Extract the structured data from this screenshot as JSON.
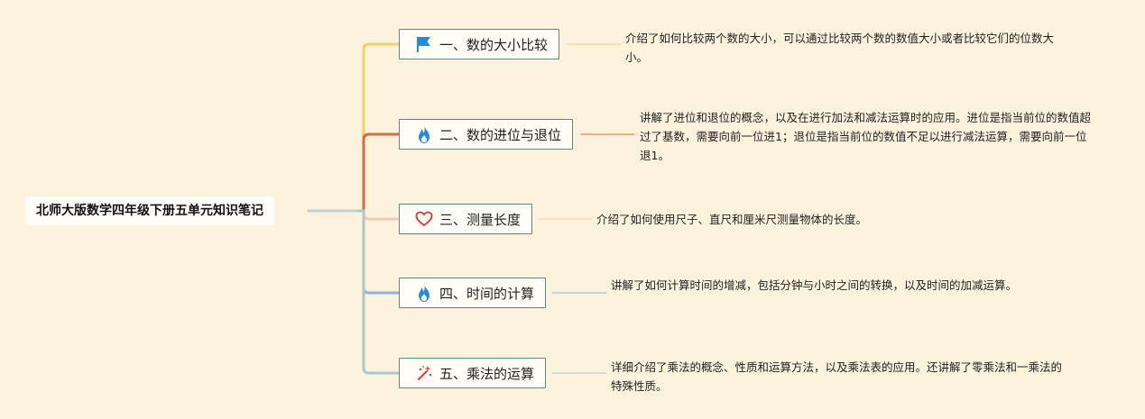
{
  "root": {
    "title": "北师大版数学四年级下册五单元知识笔记"
  },
  "branches": [
    {
      "label": "一、数的大小比较",
      "icon": "flag-icon",
      "color": "#f4cf63",
      "note": "介绍了如何比较两个数的大小，可以通过比较两个数的数值大小或者比较它们的位数大小。"
    },
    {
      "label": "二、数的进位与退位",
      "icon": "flame-icon",
      "color": "#db6a3c",
      "note": "讲解了进位和退位的概念，以及在进行加法和减法运算时的应用。进位是指当前位的数值超过了基数，需要向前一位进1；退位是指当前位的数值不足以进行减法运算，需要向前一位退1。"
    },
    {
      "label": "三、测量长度",
      "icon": "heart-icon",
      "color": "#f6c7b9",
      "note": "介绍了如何使用尺子、直尺和厘米尺测量物体的长度。"
    },
    {
      "label": "四、时间的计算",
      "icon": "flame-icon",
      "color": "#8fb4e0",
      "note": "讲解了如何计算时间的增减，包括分钟与小时之间的转换，以及时间的加减运算。"
    },
    {
      "label": "五、乘法的运算",
      "icon": "magic-wand-icon",
      "color": "#a9c8cf",
      "note": "详细介绍了乘法的概念、性质和运算方法，以及乘法表的应用。还讲解了零乘法和一乘法的特殊性质。"
    }
  ],
  "colors": {
    "background": "#fdf3dd",
    "node_border": "#5a8d7c",
    "trunk": "#b9d3d6",
    "flag_icon": "#2a8ad6",
    "flame_icon": "#2a8ad6",
    "heart_icon": "#d83a36",
    "wand_icon": "#d83a36"
  }
}
